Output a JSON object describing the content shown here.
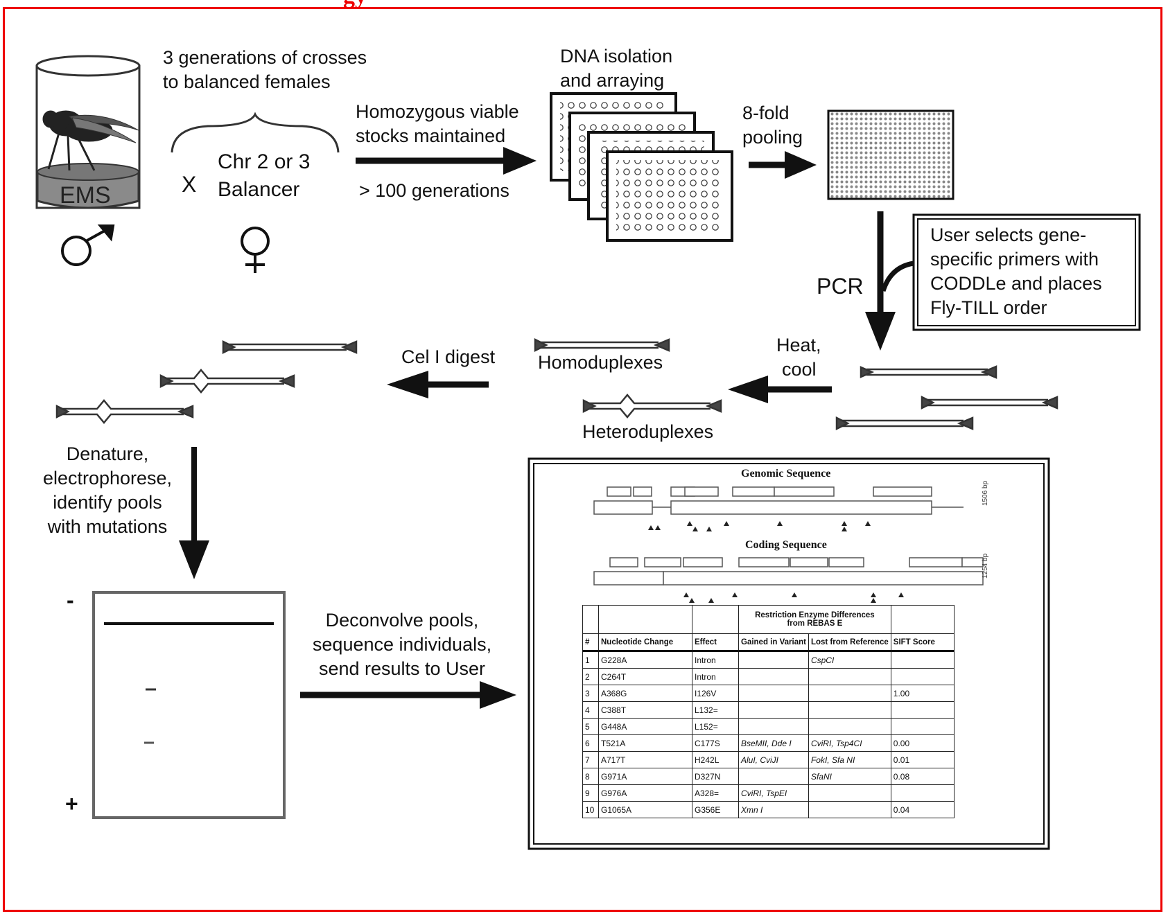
{
  "header": {
    "title_fragment": "gy"
  },
  "step_labels": {
    "ems": "EMS",
    "crosses_line1": "3 generations of crosses",
    "crosses_line2": "to balanced females",
    "cross_symbol": "X",
    "balancer_line1": "Chr 2 or 3",
    "balancer_line2": "Balancer",
    "male_symbol": "♂",
    "female_symbol": "♀",
    "stocks_line1": "Homozygous viable",
    "stocks_line2": "stocks maintained",
    "generations": "> 100 generations",
    "dna_line1": "DNA isolation",
    "dna_line2": "and arraying",
    "pool_line1": "8-fold",
    "pool_line2": "pooling",
    "user_line1": "User selects gene-",
    "user_line2": "specific primers with",
    "user_line3": "CODDLe and places",
    "user_line4": "Fly-TILL order",
    "pcr": "PCR",
    "heat_line1": "Heat,",
    "heat_line2": "cool",
    "homoduplexes": "Homoduplexes",
    "heteroduplexes": "Heteroduplexes",
    "cel": "Cel I digest",
    "denature_line1": "Denature,",
    "denature_line2": "electrophorese,",
    "denature_line3": "identify pools",
    "denature_line4": "with mutations",
    "minus": "-",
    "plus": "+",
    "deconvolve_line1": "Deconvolve pools,",
    "deconvolve_line2": "sequence individuals,",
    "deconvolve_line3": "send results to User"
  },
  "report": {
    "genomic_title": "Genomic Sequence",
    "genomic_bp": "1506 bp",
    "coding_title": "Coding Sequence",
    "coding_bp": "1254 bp",
    "table": {
      "group_header_line1": "Restriction Enzyme Differences",
      "group_header_line2": "from REBAS E",
      "columns": [
        "#",
        "Nucleotide Change",
        "Effect",
        "Gained in Variant",
        "Lost from Reference",
        "SIFT Score"
      ],
      "rows": [
        [
          "1",
          "G228A",
          "Intron",
          "",
          "CspCI",
          ""
        ],
        [
          "2",
          "C264T",
          "Intron",
          "",
          "",
          ""
        ],
        [
          "3",
          "A368G",
          "I126V",
          "",
          "",
          "1.00"
        ],
        [
          "4",
          "C388T",
          "L132=",
          "",
          "",
          ""
        ],
        [
          "5",
          "G448A",
          "L152=",
          "",
          "",
          ""
        ],
        [
          "6",
          "T521A",
          "C177S",
          "BseMII, Dde I",
          "CviRI, Tsp4CI",
          "0.00"
        ],
        [
          "7",
          "A717T",
          "H242L",
          "AluI, CviJI",
          "FokI, Sfa NI",
          "0.01"
        ],
        [
          "8",
          "G971A",
          "D327N",
          "",
          "SfaNI",
          "0.08"
        ],
        [
          "9",
          "G976A",
          "A328=",
          "CviRI, TspEI",
          "",
          ""
        ],
        [
          "10",
          "G1065A",
          "G356E",
          "Xmn I",
          "",
          "0.04"
        ]
      ]
    }
  }
}
